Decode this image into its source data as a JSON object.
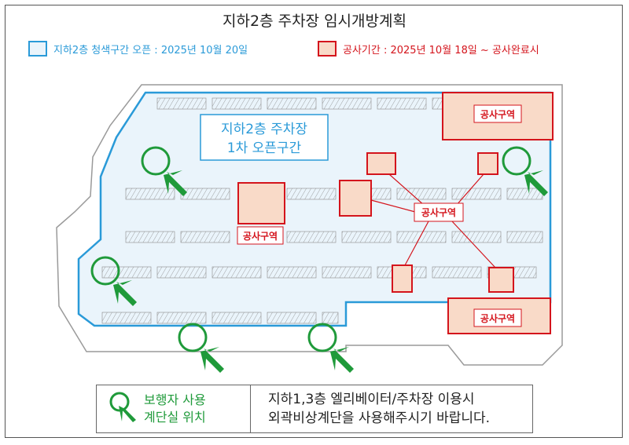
{
  "title": "지하2층 주차장 임시개방계획",
  "legend": {
    "open": {
      "label": "지하2층 청색구간 오픈 : 2025년 10월 20일",
      "color": "#2a9ad8"
    },
    "construction": {
      "label": "공사기간 : 2025년 10월 18일 ~ 공사완료시",
      "color": "#d4141c"
    }
  },
  "plan": {
    "open_zone_label_line1": "지하2층 주차장",
    "open_zone_label_line2": "1차 오픈구간",
    "construction_label": "공사구역",
    "stair_marker_color": "#1f9a3a"
  },
  "note": {
    "marker_line1": "보행자 사용",
    "marker_line2": "계단실 위치",
    "message_line1": "지하1,3층 엘리베이터/주차장 이용시",
    "message_line2": "외곽비상계단을 사용해주시기 바랍니다."
  }
}
